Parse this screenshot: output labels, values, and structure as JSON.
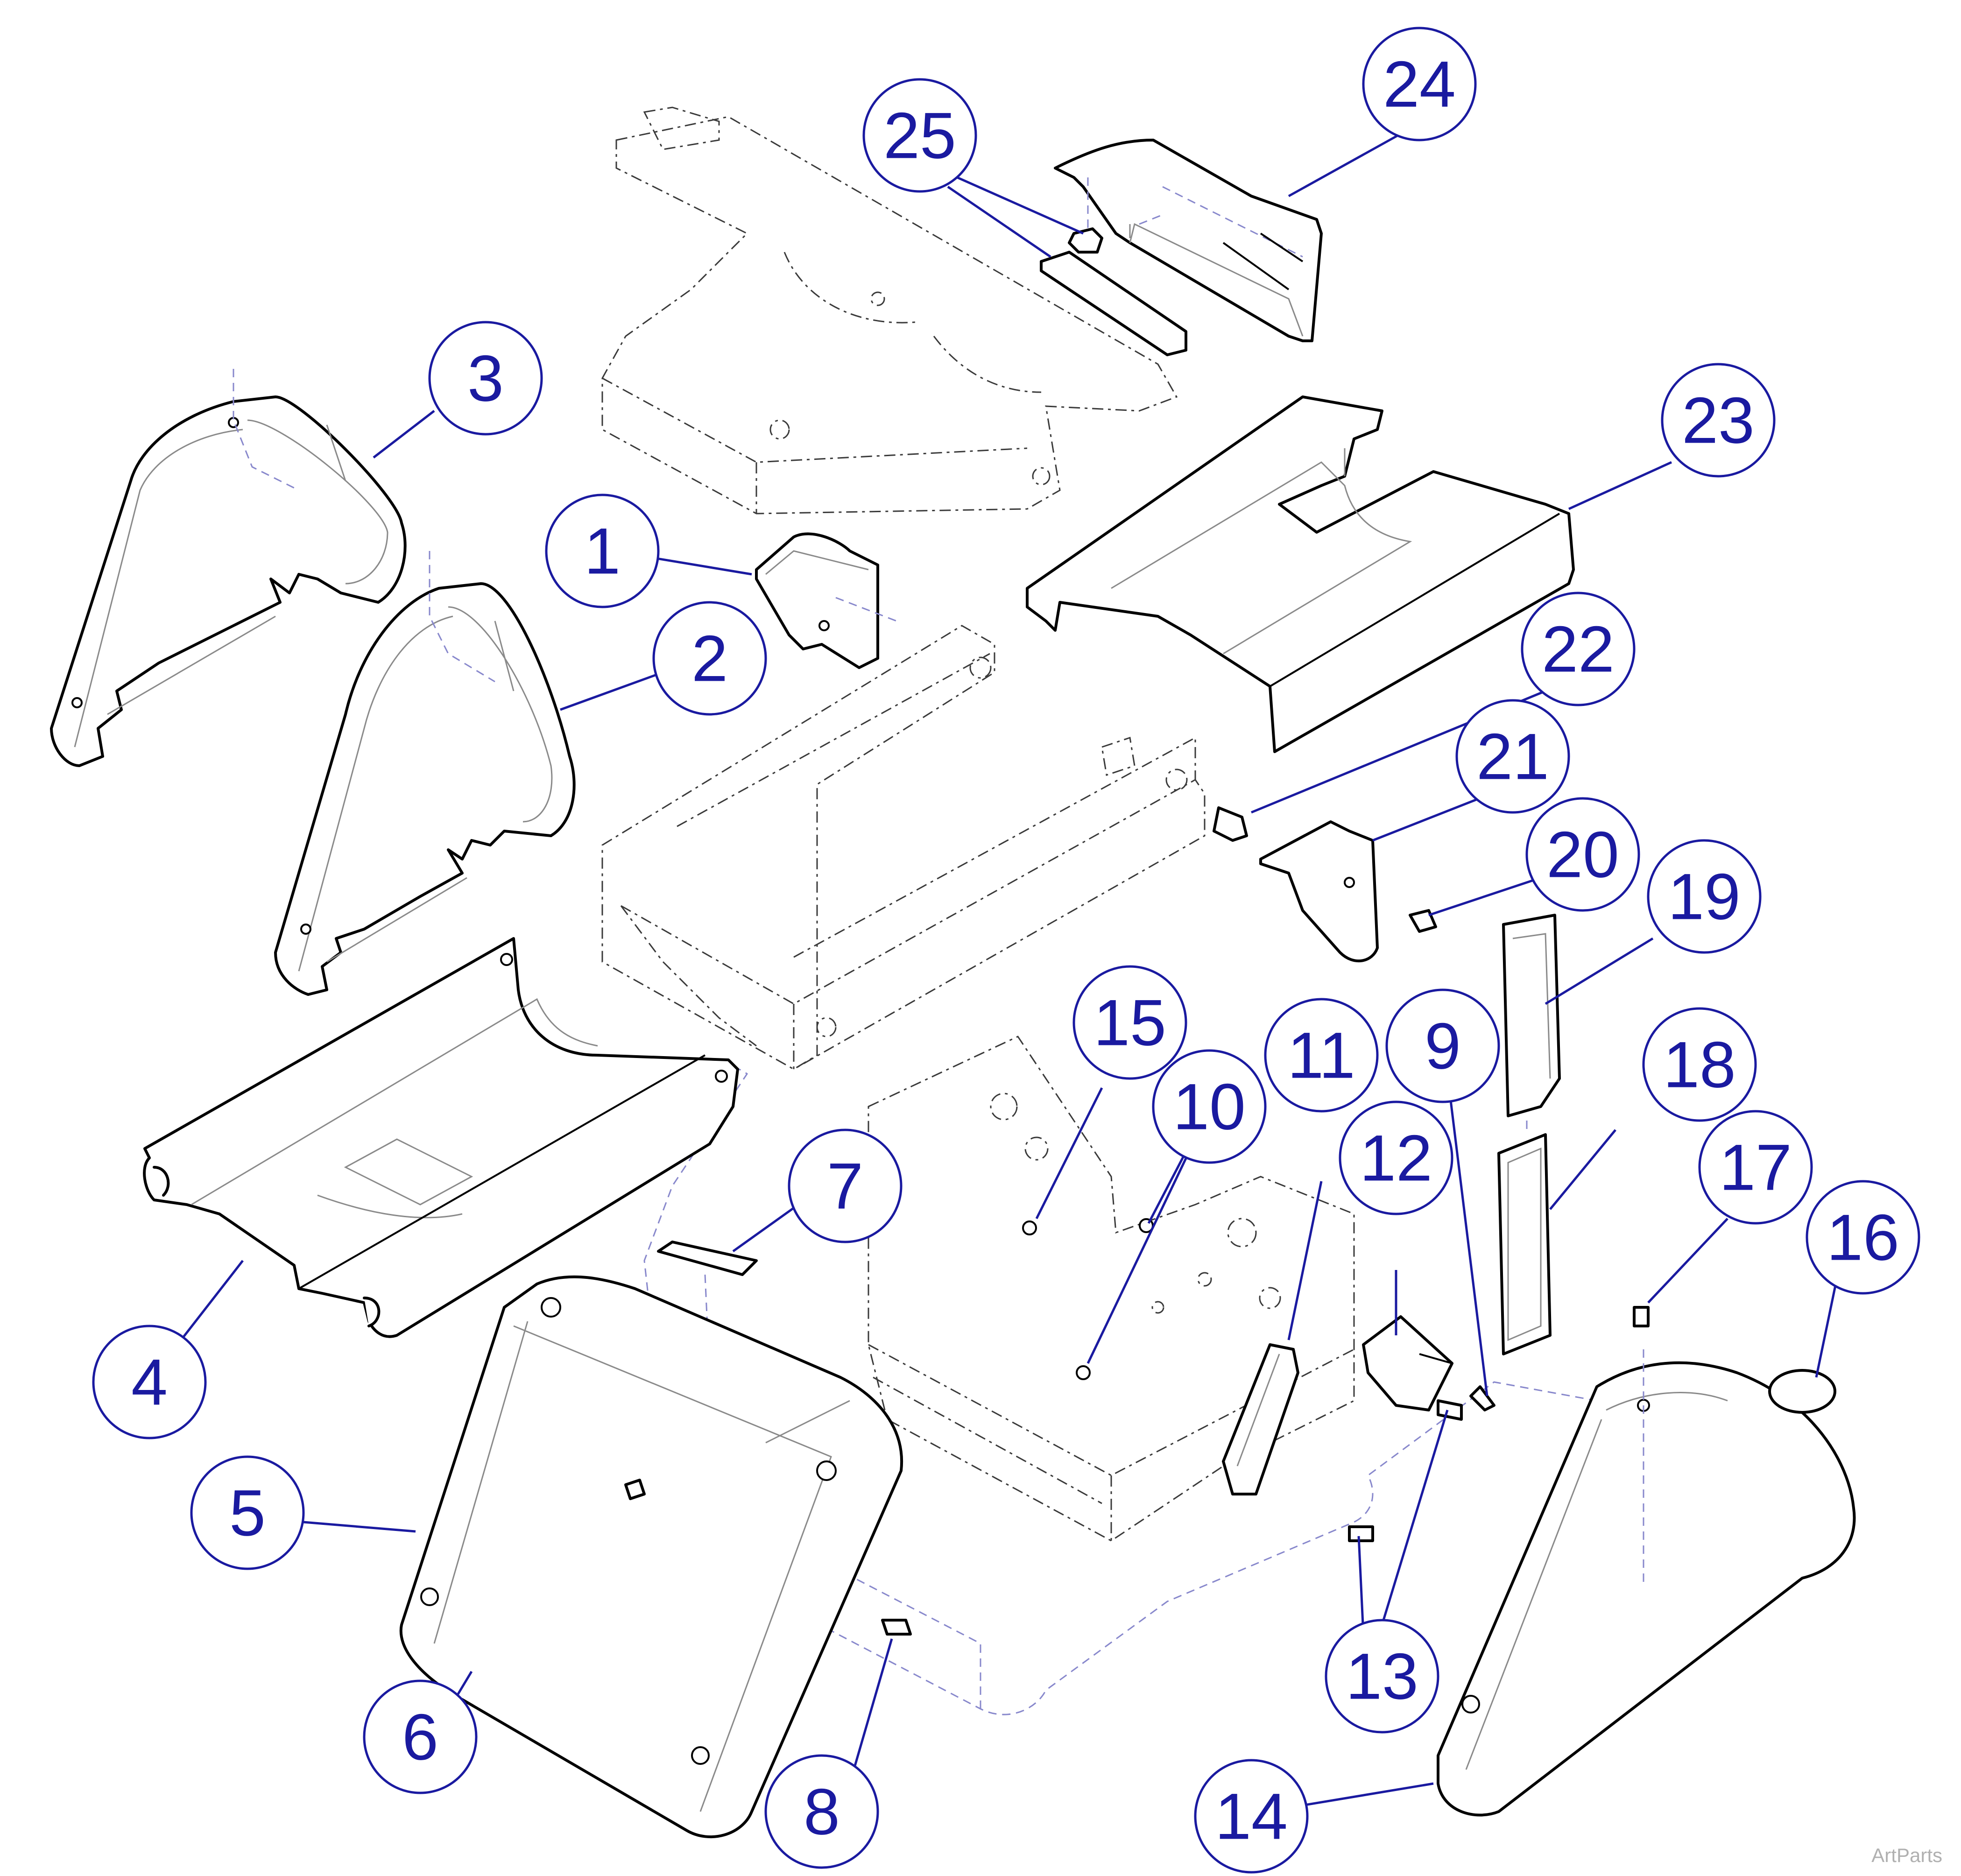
{
  "watermark": "ArtParts",
  "callouts": [
    {
      "id": "1",
      "label": "1"
    },
    {
      "id": "2",
      "label": "2"
    },
    {
      "id": "3",
      "label": "3"
    },
    {
      "id": "4",
      "label": "4"
    },
    {
      "id": "5",
      "label": "5"
    },
    {
      "id": "6",
      "label": "6"
    },
    {
      "id": "7",
      "label": "7"
    },
    {
      "id": "8",
      "label": "8"
    },
    {
      "id": "9",
      "label": "9"
    },
    {
      "id": "10",
      "label": "10"
    },
    {
      "id": "11",
      "label": "11"
    },
    {
      "id": "12",
      "label": "12"
    },
    {
      "id": "13",
      "label": "13"
    },
    {
      "id": "14",
      "label": "14"
    },
    {
      "id": "15",
      "label": "15"
    },
    {
      "id": "16",
      "label": "16"
    },
    {
      "id": "17",
      "label": "17"
    },
    {
      "id": "18",
      "label": "18"
    },
    {
      "id": "19",
      "label": "19"
    },
    {
      "id": "20",
      "label": "20"
    },
    {
      "id": "21",
      "label": "21"
    },
    {
      "id": "22",
      "label": "22"
    },
    {
      "id": "23",
      "label": "23"
    },
    {
      "id": "24",
      "label": "24"
    },
    {
      "id": "25",
      "label": "25"
    }
  ],
  "colors": {
    "callout": "#1a1aa0",
    "part_outline": "#000000",
    "phantom": "#3a3a3a"
  }
}
